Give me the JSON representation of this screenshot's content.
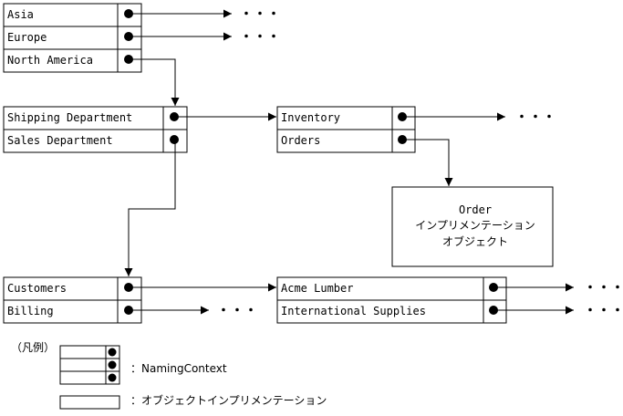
{
  "contexts": {
    "regions": [
      "Asia",
      "Europe",
      "North America"
    ],
    "departments": [
      "Shipping Department",
      "Sales Department"
    ],
    "inventory": [
      "Inventory",
      "Orders"
    ],
    "customers": [
      "Customers",
      "Billing"
    ],
    "suppliers": [
      "Acme Lumber",
      "International Supplies"
    ]
  },
  "order_object": [
    "Order",
    "インプリメンテーション",
    "オブジェクト"
  ],
  "continuation": "・・・",
  "legend": {
    "title": "（凡例）",
    "naming_context": "：NamingContext",
    "object_impl": "：オブジェクトインプリメンテーション"
  },
  "colors": {
    "stroke": "#000000",
    "background": "#ffffff"
  }
}
